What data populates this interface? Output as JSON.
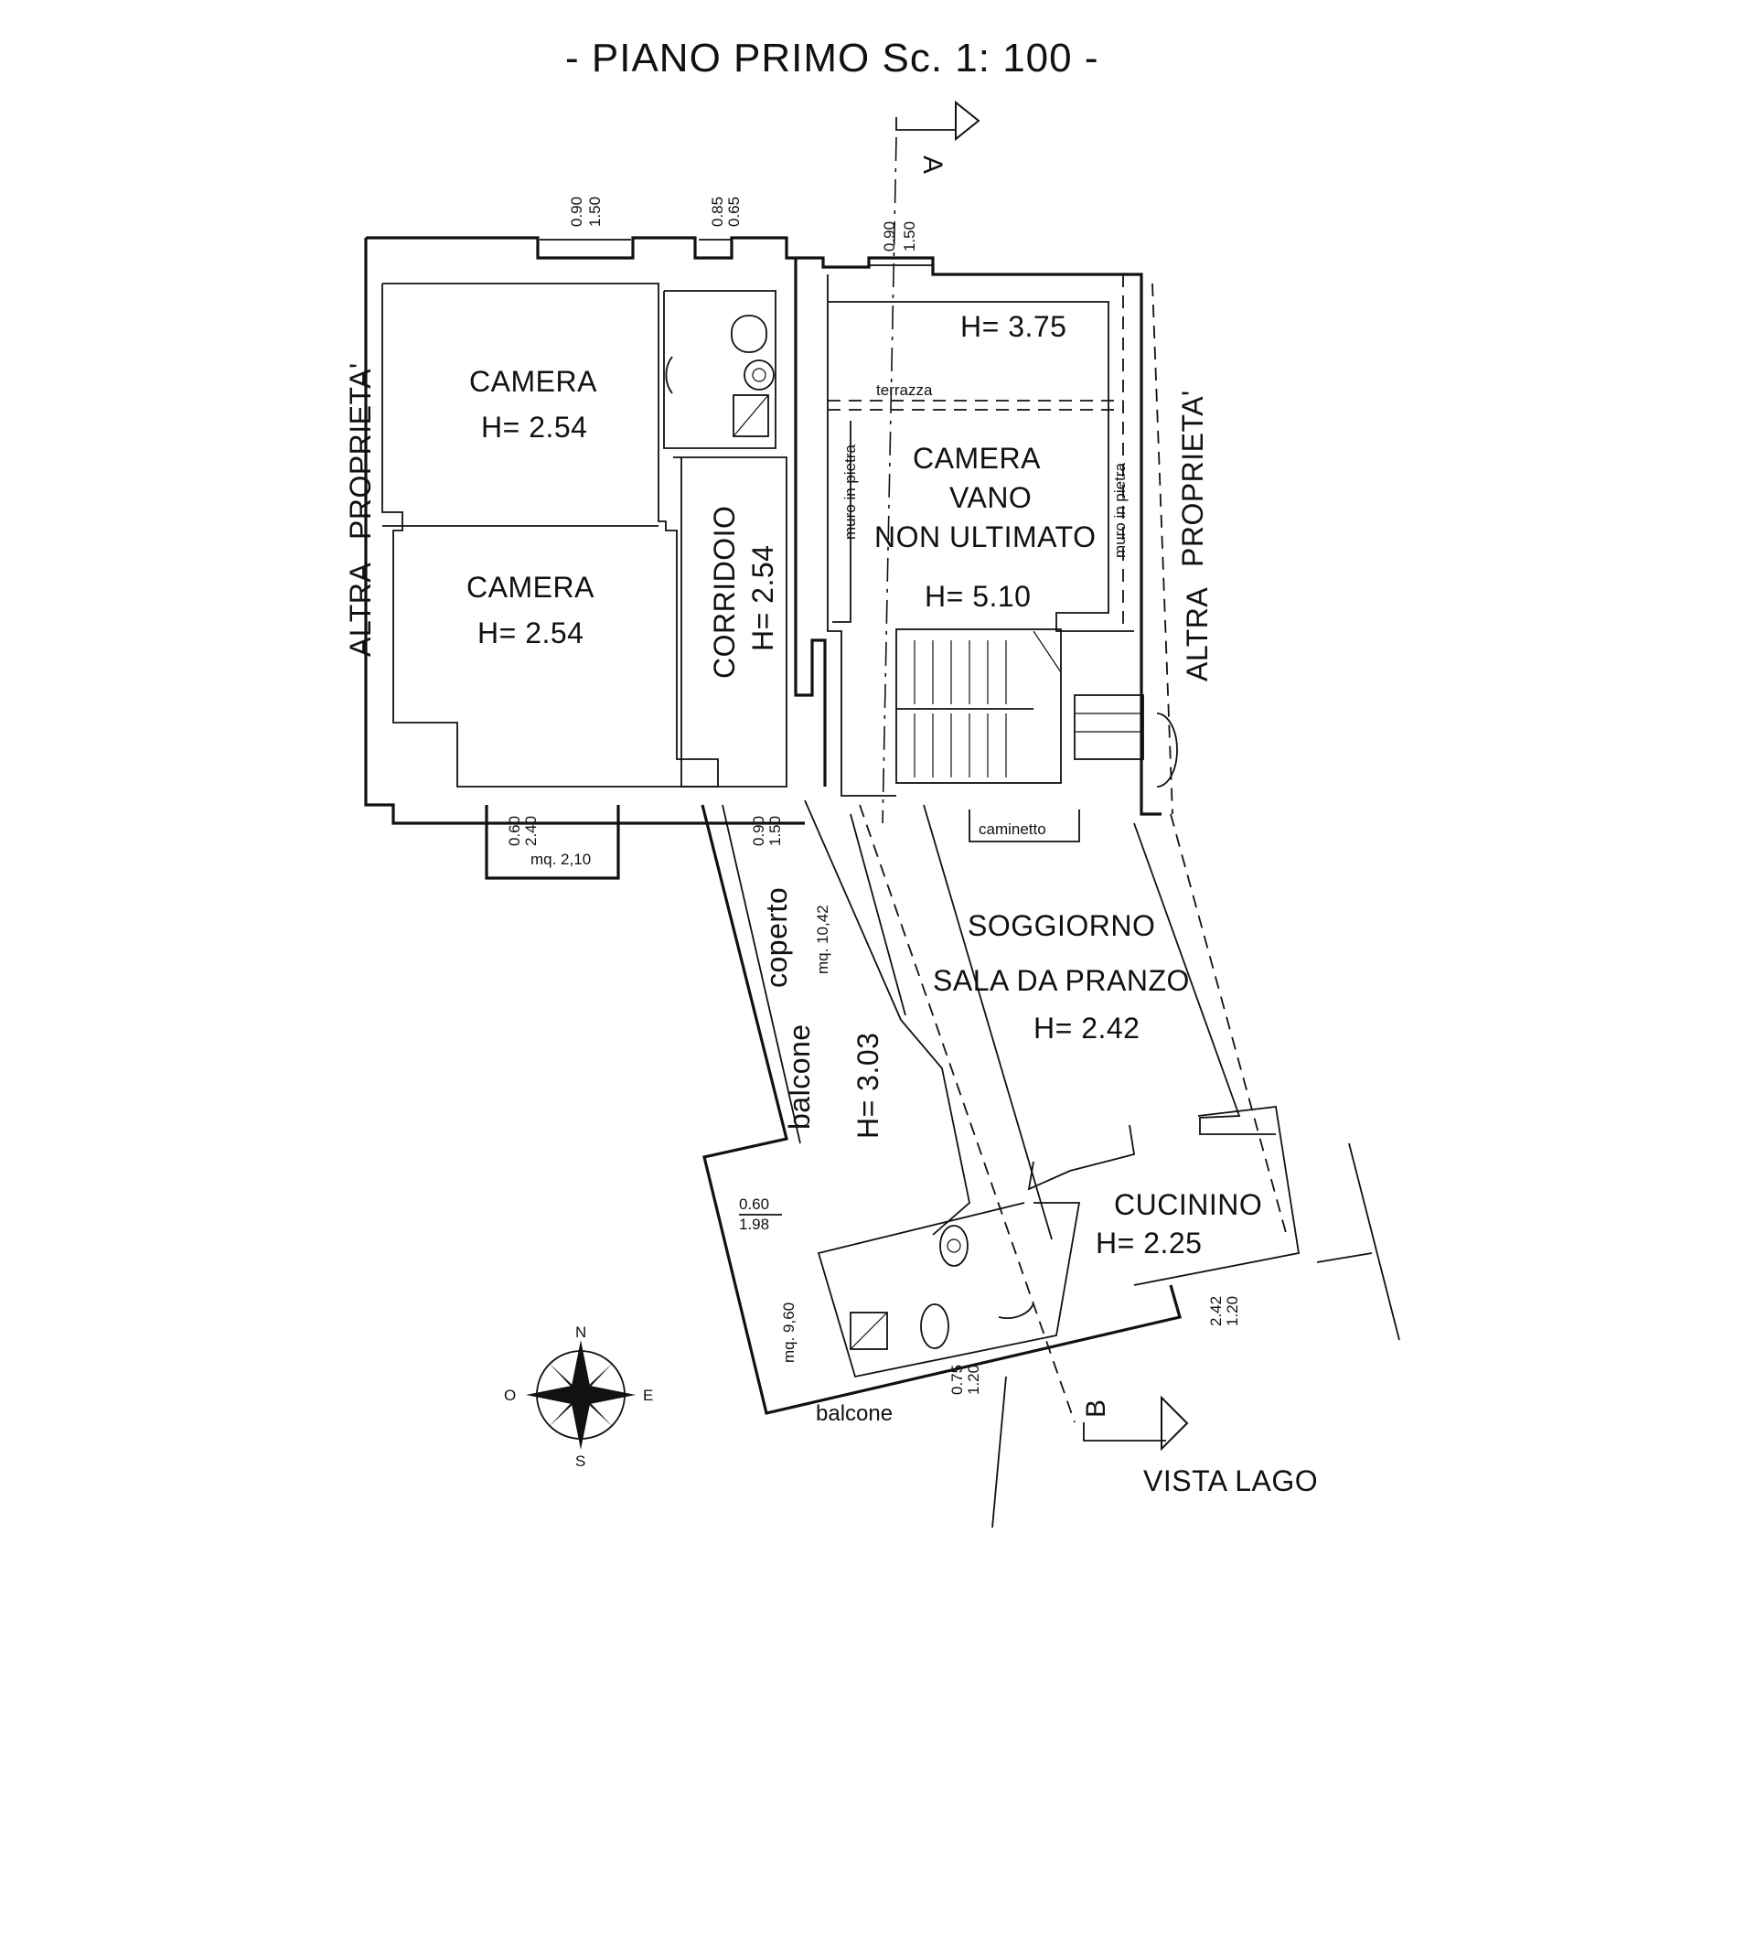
{
  "title": "- PIANO  PRIMO  Sc. 1: 100 -",
  "rooms": {
    "camera_top": {
      "name": "CAMERA",
      "height": "H= 2.54"
    },
    "camera_bottom": {
      "name": "CAMERA",
      "height": "H= 2.54"
    },
    "corridoio": {
      "name": "CORRIDOIO",
      "height": "H= 2.54"
    },
    "camera_vano": {
      "line1": "CAMERA",
      "line2": "VANO",
      "line3": "NON ULTIMATO",
      "height": "H= 5.10"
    },
    "terrazza": {
      "name": "terrazza",
      "height": "H= 3.75"
    },
    "soggiorno": {
      "line1": "SOGGIORNO",
      "line2": "SALA DA PRANZO",
      "height": "H= 2.42"
    },
    "cucinino": {
      "name": "CUCININO",
      "height": "H= 2.25"
    },
    "balcone_coperto": {
      "line1": "balcone",
      "line2": "coperto",
      "area": "mq. 10,42",
      "height": "H= 3.03"
    },
    "balcone_bottom": {
      "name": "balcone",
      "area": "mq. 9,60"
    },
    "balcone_small": {
      "area": "mq. 2,10"
    }
  },
  "labels": {
    "muro_left": "muro in pietra",
    "muro_right": "muro in pietra",
    "caminetto": "caminetto",
    "property_left_1": "ALTRA",
    "property_left_2": "PROPRIETA'",
    "property_right_1": "ALTRA",
    "property_right_2": "PROPRIETA'",
    "vista_lago": "VISTA  LAGO"
  },
  "section_marks": {
    "a": "A",
    "b": "B"
  },
  "compass": {
    "n": "N",
    "s": "S",
    "e": "E",
    "o": "O"
  },
  "window_dims": {
    "w1_top": "0.90",
    "w1_bot": "1.50",
    "w2_top": "0.85",
    "w2_bot": "0.65",
    "w3_top": "0.90",
    "w3_bot": "1.50",
    "w4_top": "0.90",
    "w4_bot": "1.50",
    "w5_top": "0.60",
    "w5_bot": "2.40",
    "w6_top": "0.60",
    "w6_bot": "1.98",
    "w7_top": "0.75",
    "w7_bot": "1.20",
    "w8_top": "2.42",
    "w8_bot": "1.20"
  },
  "colors": {
    "ink": "#111111",
    "paper": "#ffffff"
  }
}
